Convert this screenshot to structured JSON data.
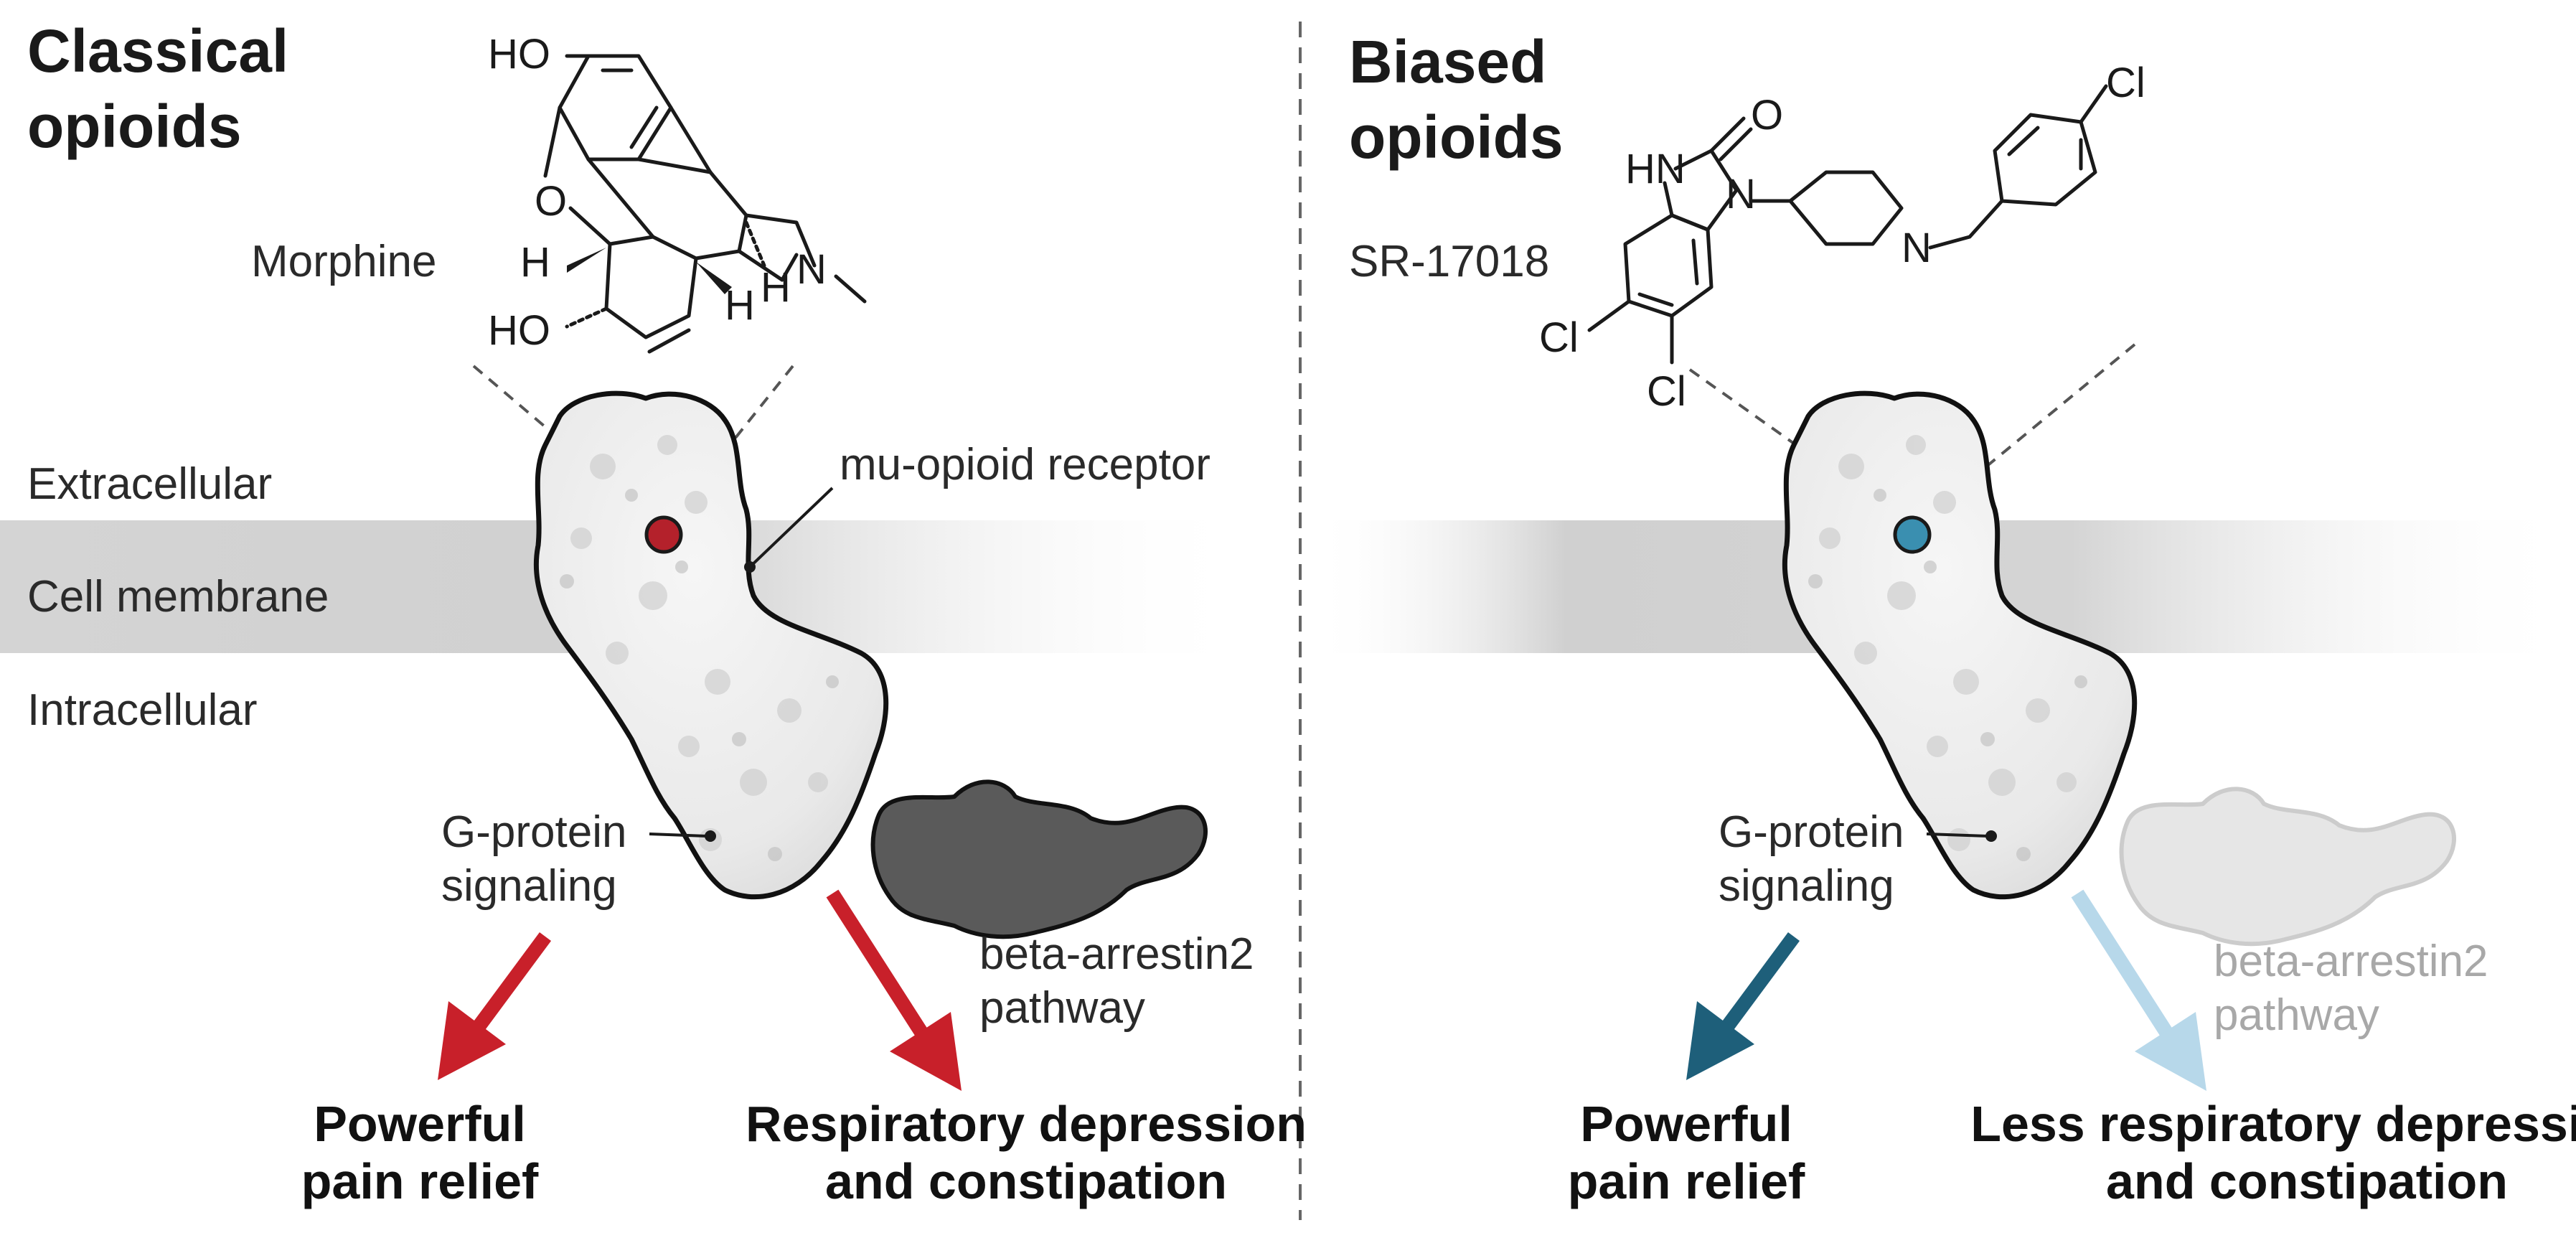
{
  "colors": {
    "classical_arrow": "#c8202a",
    "biased_arrow": "#1e5f7a",
    "biased_faded_arrow": "#b7d8ea",
    "arrestin_dark": "#5a5a5a",
    "arrestin_faded": "#e6e6e6",
    "membrane": "#c8c8c8",
    "receptor_fill": "#efefef"
  },
  "layers": {
    "extracellular": "Extracellular",
    "membrane": "Cell membrane",
    "intracellular": "Intracellular"
  },
  "left": {
    "title_line1": "Classical",
    "title_line2": "opioids",
    "drug_name": "Morphine",
    "atoms": {
      "ho_top": "HO",
      "o_ring": "O",
      "h1": "H",
      "h2": "H",
      "h3": "H",
      "n": "N",
      "ho_bottom": "HO"
    },
    "receptor_label": "mu-opioid receptor",
    "gprotein_line1": "G-protein",
    "gprotein_line2": "signaling",
    "arrestin_line1": "beta-arrestin2",
    "arrestin_line2": "pathway",
    "outcome1_line1": "Powerful",
    "outcome1_line2": "pain relief",
    "outcome2_line1": "Respiratory depression",
    "outcome2_line2": "and constipation"
  },
  "right": {
    "title_line1": "Biased",
    "title_line2": "opioids",
    "drug_name": "SR-17018",
    "atoms": {
      "hn": "HN",
      "o": "O",
      "n1": "N",
      "n2": "N",
      "cl_top": "Cl",
      "cl1": "Cl",
      "cl2": "Cl"
    },
    "gprotein_line1": "G-protein",
    "gprotein_line2": "signaling",
    "arrestin_line1": "beta-arrestin2",
    "arrestin_line2": "pathway",
    "outcome1_line1": "Powerful",
    "outcome1_line2": "pain relief",
    "outcome2_line1": "Less respiratory depression",
    "outcome2_line2": "and constipation"
  }
}
